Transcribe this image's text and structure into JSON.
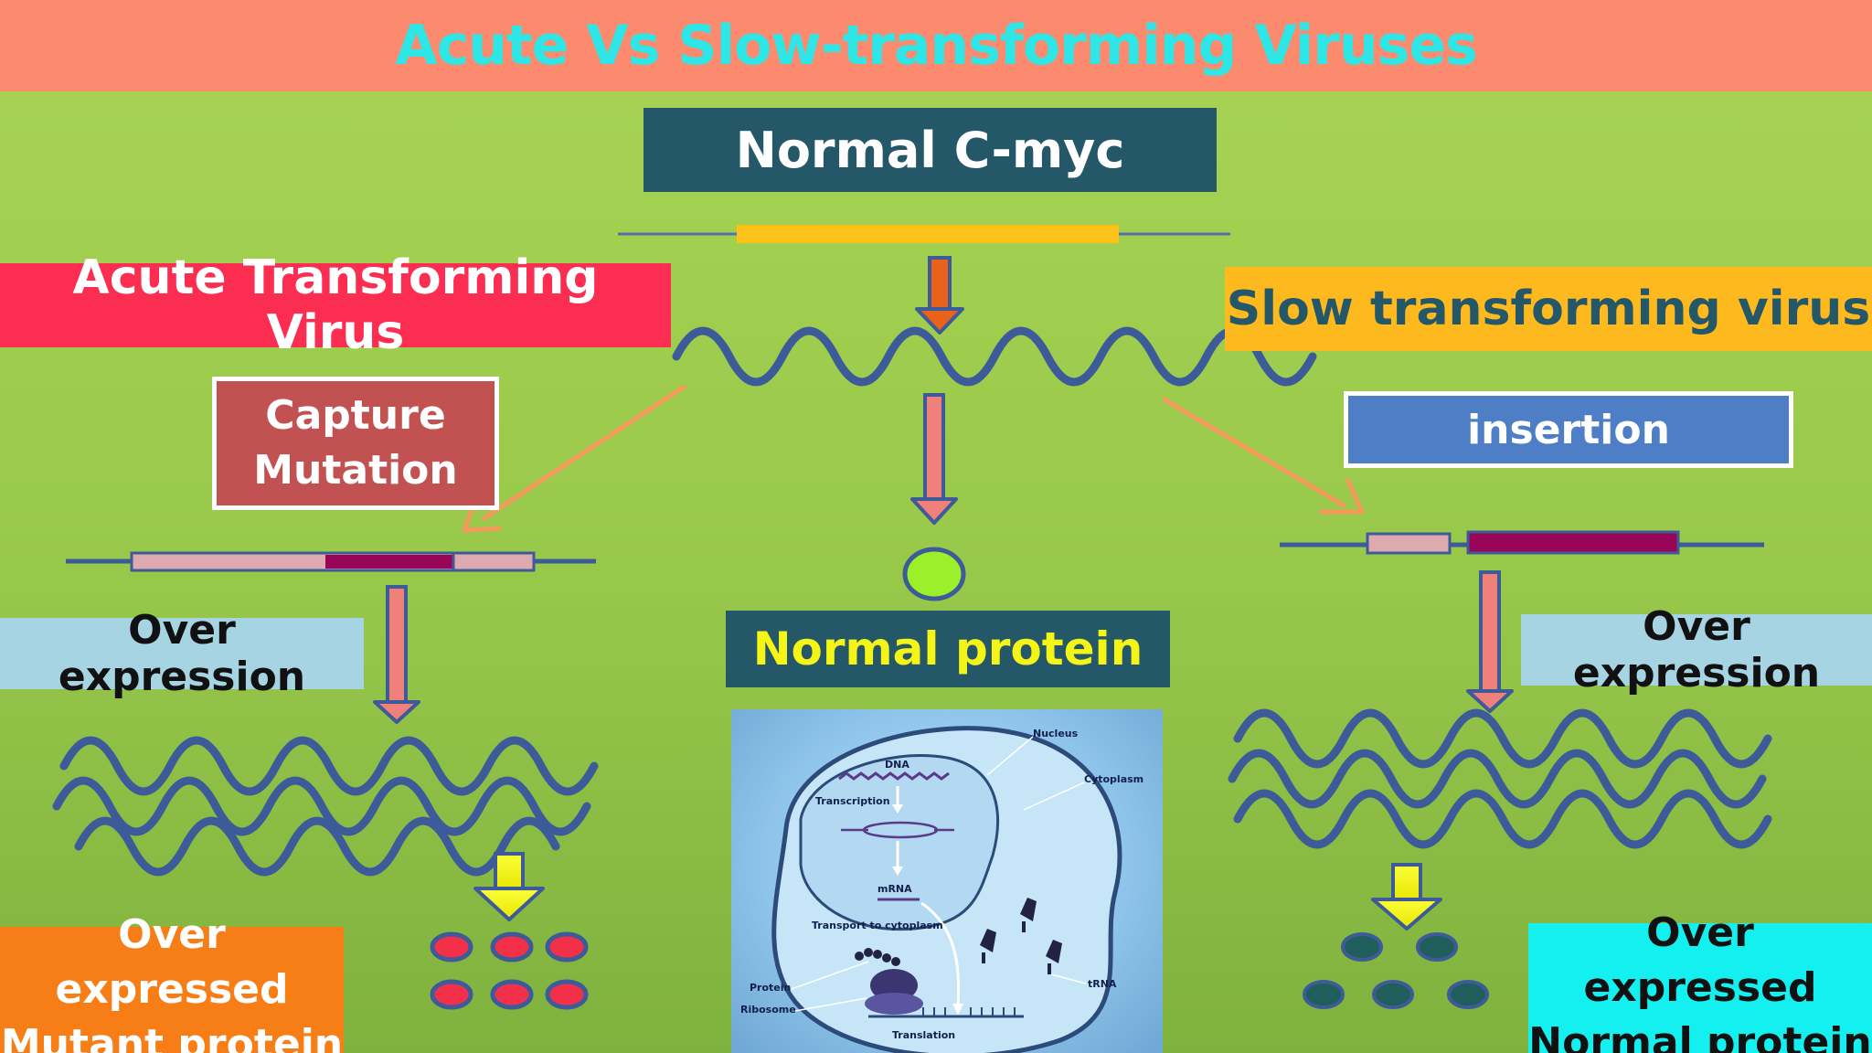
{
  "title": "Acute Vs Slow-transforming Viruses",
  "normal_cmyc": "Normal C-myc",
  "acute": {
    "label": "Acute Transforming Virus",
    "capture_line1": "Capture",
    "capture_line2": "Mutation",
    "over_expression": "Over expression",
    "result_line1": "Over expressed",
    "result_line2": "Mutant protein"
  },
  "slow": {
    "label": "Slow transforming virus",
    "insertion": "insertion",
    "over_expression": "Over expression",
    "result_line1": "Over expressed",
    "result_line2": "Normal protein"
  },
  "center": {
    "normal_protein": "Normal protein"
  },
  "cell_diagram": {
    "nucleus": "Nucleus",
    "cytoplasm": "Cytoplasm",
    "dna": "DNA",
    "transcription": "Transcription",
    "mrna": "mRNA",
    "transport": "Transport to cytoplasm",
    "protein": "Protein",
    "ribosome": "Ribosome",
    "trna": "tRNA",
    "translation": "Translation"
  },
  "colors": {
    "title_bg": "#fb8a6e",
    "title_text": "#2ee6e6",
    "dark_teal": "#245868",
    "acute_red": "#fb2d50",
    "slow_yellow": "#fdb91e",
    "mutation_red": "#c25252",
    "insertion_blue": "#4e7ec6",
    "wave_blue": "#3d5b99",
    "arrow_salmon": "#f0807a",
    "mutant_protein": "#f3304a",
    "normal_protein_dot": "#1f5e5a",
    "gene_yellow": "#fdc21a",
    "gene_pink": "#deaab0",
    "gene_magenta": "#9a0657"
  }
}
